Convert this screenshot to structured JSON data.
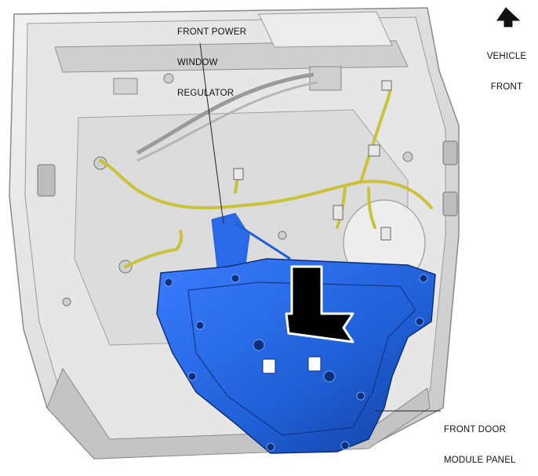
{
  "labels": {
    "regulator": [
      "FRONT POWER",
      "WINDOW",
      "REGULATOR"
    ],
    "panel": [
      "FRONT DOOR",
      "MODULE PANEL"
    ],
    "orientation": [
      "VEHICLE",
      "FRONT"
    ]
  },
  "colors": {
    "panel": "#1f5fd6",
    "harness": "#c9c23a",
    "door": "#d8d8d8",
    "arrow": "#000000"
  },
  "icons": {
    "orientation": "up-arrow-icon",
    "action": "bent-arrow-down-right-icon"
  }
}
